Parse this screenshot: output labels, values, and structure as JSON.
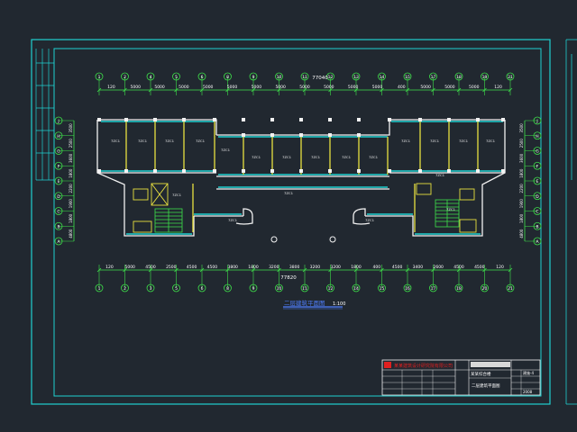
{
  "colors": {
    "background": "#212830",
    "frame": "#1fd0d0",
    "dimension": "#3ee04a",
    "wall": "#f2f2f2",
    "window": "#1fd0d0",
    "column": "#e8e040",
    "text": "#ffffff",
    "room_tag": "#f0f0f0",
    "title_red": "#e02020"
  },
  "drawing": {
    "title": "二层建筑平面图",
    "scale": "1:100",
    "top_total": "77040",
    "bottom_total": "77820",
    "top_axes": [
      "1",
      "2",
      "4",
      "5",
      "6",
      "8",
      "9",
      "10",
      "11",
      "12",
      "13",
      "14",
      "15",
      "17",
      "18",
      "19",
      "21"
    ],
    "bottom_axes": [
      "1",
      "2",
      "3",
      "5",
      "6",
      "8",
      "9",
      "10",
      "11",
      "12",
      "14",
      "15",
      "16",
      "17",
      "18",
      "20",
      "21"
    ],
    "top_spans": [
      "120",
      "5000",
      "5000",
      "5000",
      "5000",
      "5000",
      "5000",
      "5000",
      "5000",
      "5000",
      "5000",
      "5000",
      "400",
      "5000",
      "5000",
      "5000",
      "120"
    ],
    "bottom_spans": [
      "120",
      "5000",
      "4500",
      "2500",
      "4500",
      "4500",
      "3800",
      "1800",
      "3200",
      "3800",
      "3200",
      "3200",
      "1800",
      "400",
      "4500",
      "3400",
      "2600",
      "4500",
      "4500",
      "120"
    ],
    "left_axes": [
      "J",
      "H",
      "G",
      "F",
      "E",
      "D",
      "C",
      "B",
      "A"
    ],
    "right_axes": [
      "J",
      "H",
      "G",
      "F",
      "E",
      "D",
      "C",
      "B",
      "A"
    ],
    "left_dims": [
      "3500",
      "2500",
      "3600",
      "1800",
      "2200",
      "1900",
      "1800",
      "4800"
    ],
    "right_dims": [
      "3500",
      "2500",
      "3600",
      "1800",
      "2200",
      "1900",
      "1800",
      "4800"
    ],
    "room_tags": [
      "7ZC1",
      "7ZC1",
      "7ZC1",
      "7ZC1",
      "7ZC1",
      "7ZC1",
      "7ZC1",
      "7ZC1",
      "7ZC1",
      "7ZC1",
      "7ZC1",
      "7ZC1",
      "7ZC1",
      "7ZC1",
      "7ZC1",
      "7ZC1",
      "7ZC1",
      "7ZC1",
      "7ZC1",
      "7ZC1"
    ]
  },
  "title_block": {
    "company": "某某建筑设计研究院有限公司",
    "project": "某某综合楼",
    "sheet_name": "二层建筑平面图",
    "sheet_no": "建施-4",
    "date": "2008"
  }
}
